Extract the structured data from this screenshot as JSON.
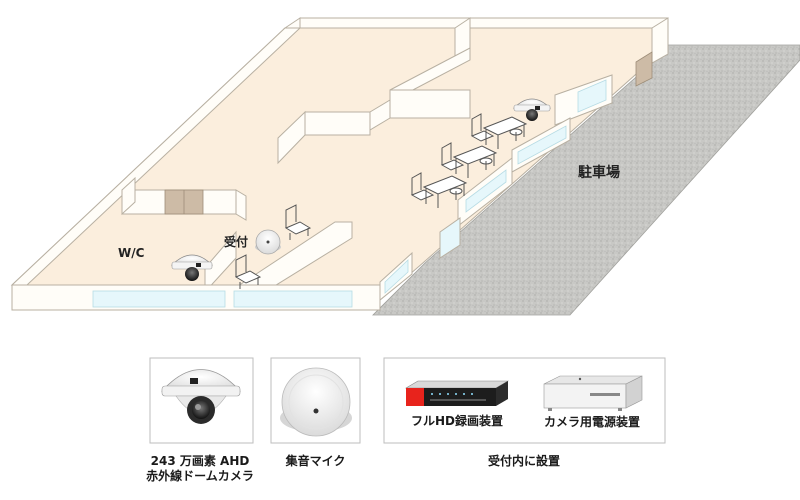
{
  "floorplan": {
    "parking_label": "駐車場",
    "wc_label": "W/C",
    "reception_label": "受付"
  },
  "equipment": {
    "camera_caption_line1": "243 万画素 AHD",
    "camera_caption_line2": "赤外線ドームカメラ",
    "mic_caption": "集音マイク",
    "reception_group_caption": "受付内に設置",
    "recorder_caption": "フルHD録画装置",
    "power_caption": "カメラ用電源装置"
  },
  "colors": {
    "floor": "#fbeedd",
    "wall": "#fffdf8",
    "wall_edge": "#b8b0a2",
    "glass": "#e6f7fb",
    "parking": "#c9c9c6",
    "door": "#cdbba6",
    "recorder_red": "#e8231c"
  }
}
